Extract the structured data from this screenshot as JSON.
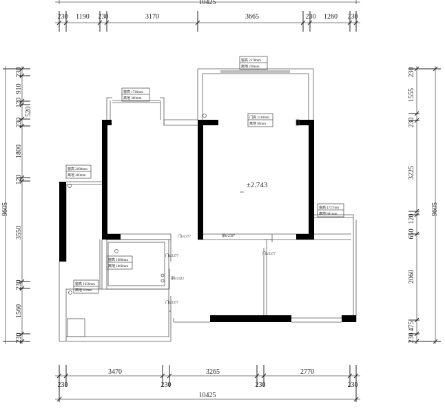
{
  "dims": {
    "top_chain": [
      "230",
      "1190",
      "230",
      "3170",
      "3665",
      "230",
      "1260",
      "230"
    ],
    "top_total": "10425",
    "bottom_chain": [
      "230",
      "3470",
      "230",
      "3265",
      "230",
      "2770",
      "230"
    ],
    "bottom_total": "10425",
    "left_chain": [
      "230",
      "910",
      "120",
      "520",
      "230",
      "1800",
      "120",
      "3550",
      "230",
      "1560",
      "230"
    ],
    "left_total": "9605",
    "right_chain": [
      "230",
      "1555",
      "230",
      "3225",
      "120",
      "650",
      "2060",
      "475",
      "230"
    ],
    "right_total": "9605"
  },
  "labels": {
    "elevation": "±2.743",
    "door_1": "门h/2377",
    "door_2": "门h/2377",
    "door_3": "门h/2377",
    "door_4": "门h/2377",
    "opening_1": "梁h/2397",
    "opening_2": "梁h/2422"
  },
  "notes": {
    "win_top_height": "窗高 2178mm",
    "win_top_sill": "离地 228mm",
    "win_small_height": "窗高 1718mm",
    "win_small_sill": "离地 380mm",
    "win_left_height": "窗高 2098mm",
    "win_left_sill": "离地 280mm",
    "door_main_height": "门高 2110mm",
    "door_main_sill": "离地 60mm",
    "win_right_height": "窗高 1727mm",
    "win_right_sill": "离地 881mm",
    "win_bath_height": "窗高 1080mm",
    "win_bath_sill": "离地 1060mm",
    "win_kitchen_height": "窗高 1450mm",
    "win_kitchen_sill": "离地 67mm"
  }
}
